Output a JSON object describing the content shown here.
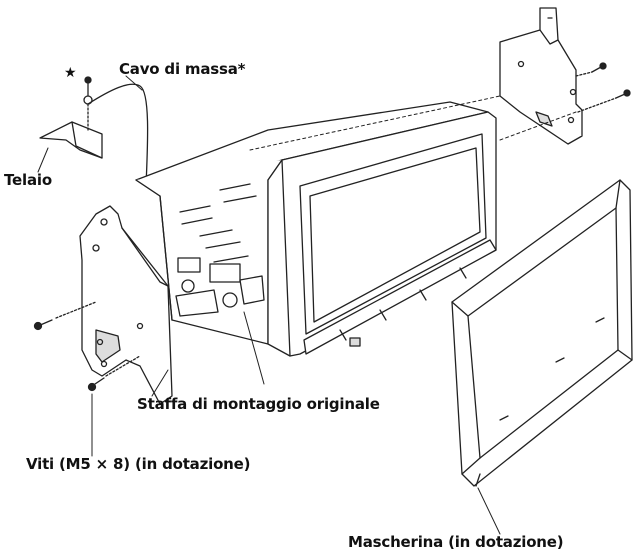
{
  "labels": {
    "ground_cable": "Cavo di massa*",
    "asterisk": "★",
    "chassis": "Telaio",
    "original_bracket": "Staffa di montaggio originale",
    "screws": "Viti (M5 × 8) (in dotazione)",
    "trim_ring": "Mascherina (in dotazione)"
  },
  "colors": {
    "line": "#222222",
    "fill": "#ffffff",
    "shade": "#d9d9d9"
  }
}
